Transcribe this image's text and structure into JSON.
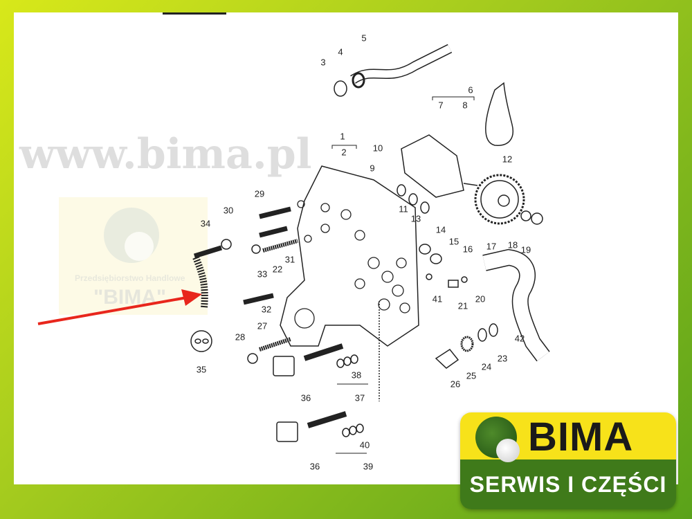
{
  "watermark": {
    "company_line": "Przedsiębiorstwo Handlowe",
    "name": "\"BIMA\"",
    "url": "www.bima.pl"
  },
  "logo": {
    "brand": "BIMA",
    "tagline": "SERWIS I CZĘŚCI"
  },
  "colors": {
    "frame_green": "#5aa21a",
    "frame_lime": "#d8e81a",
    "arrow": "#e8261c",
    "logo_yellow": "#f7e21a",
    "logo_green": "#3f7a1a"
  },
  "labels": {
    "n1": "1",
    "n2": "2",
    "n3": "3",
    "n4": "4",
    "n5": "5",
    "n6": "6",
    "n7": "7",
    "n8": "8",
    "n9": "9",
    "n10": "10",
    "n11": "11",
    "n12": "12",
    "n13": "13",
    "n14": "14",
    "n15": "15",
    "n16": "16",
    "n17": "17",
    "n18": "18",
    "n19": "19",
    "n20": "20",
    "n21": "21",
    "n22": "22",
    "n23": "23",
    "n24": "24",
    "n25": "25",
    "n26": "26",
    "n27": "27",
    "n28": "28",
    "n29": "29",
    "n30": "30",
    "n31": "31",
    "n32": "32",
    "n33": "33",
    "n34": "34",
    "n35": "35",
    "n36": "36",
    "n36b": "36",
    "n37": "37",
    "n38": "38",
    "n39": "39",
    "n40": "40",
    "n41": "41",
    "n42": "42"
  }
}
